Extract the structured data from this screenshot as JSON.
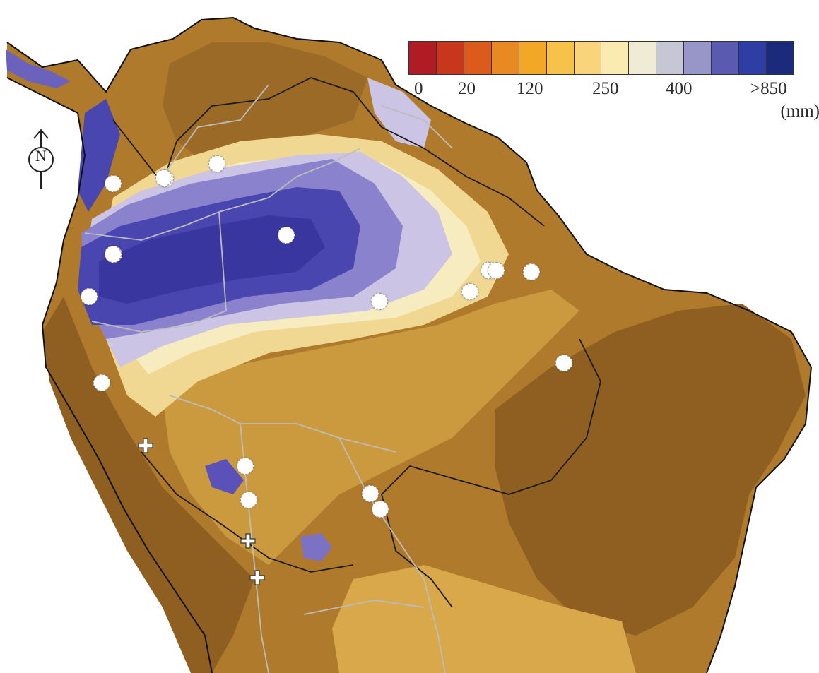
{
  "legend": {
    "colors": [
      "#b01c24",
      "#c8361d",
      "#dc5a1c",
      "#e98922",
      "#f2a826",
      "#f7c24a",
      "#fad47a",
      "#fcebb0",
      "#f0ebd4",
      "#c6c6d4",
      "#9896c8",
      "#5a5ab0",
      "#2e3ea4",
      "#1c2a7c"
    ],
    "labels": [
      "0",
      "20",
      "120",
      "250",
      "400",
      ">850"
    ],
    "unit": "(mm)"
  },
  "compass": {
    "letter": "N"
  },
  "map_colors": {
    "ocean": "#ffffff",
    "dry": "#8f5f22",
    "dry_mid": "#b07a2c",
    "moderate": "#cc9a3e",
    "moderate_light": "#e2bc62",
    "light": "#f0d892",
    "pale": "#f6ecc0",
    "lavender": "#cbc4e4",
    "violet": "#8a82cc",
    "wet": "#4a46b0",
    "wettest": "#3a36a0",
    "border": "#bcbcbc",
    "coast": "#111111",
    "site": "#ffffff"
  },
  "sites": [
    {
      "type": "circle"
    },
    {
      "type": "circle"
    },
    {
      "type": "circle"
    },
    {
      "type": "circle"
    },
    {
      "type": "circle"
    },
    {
      "type": "circle"
    },
    {
      "type": "circle"
    },
    {
      "type": "circle"
    },
    {
      "type": "circle"
    },
    {
      "type": "circle"
    },
    {
      "type": "circle"
    },
    {
      "type": "circle"
    },
    {
      "type": "circle"
    },
    {
      "type": "circle"
    },
    {
      "type": "circle"
    },
    {
      "type": "circle"
    },
    {
      "type": "circle"
    },
    {
      "type": "circle"
    },
    {
      "type": "circle"
    },
    {
      "type": "cross"
    },
    {
      "type": "cross"
    },
    {
      "type": "cross"
    }
  ]
}
